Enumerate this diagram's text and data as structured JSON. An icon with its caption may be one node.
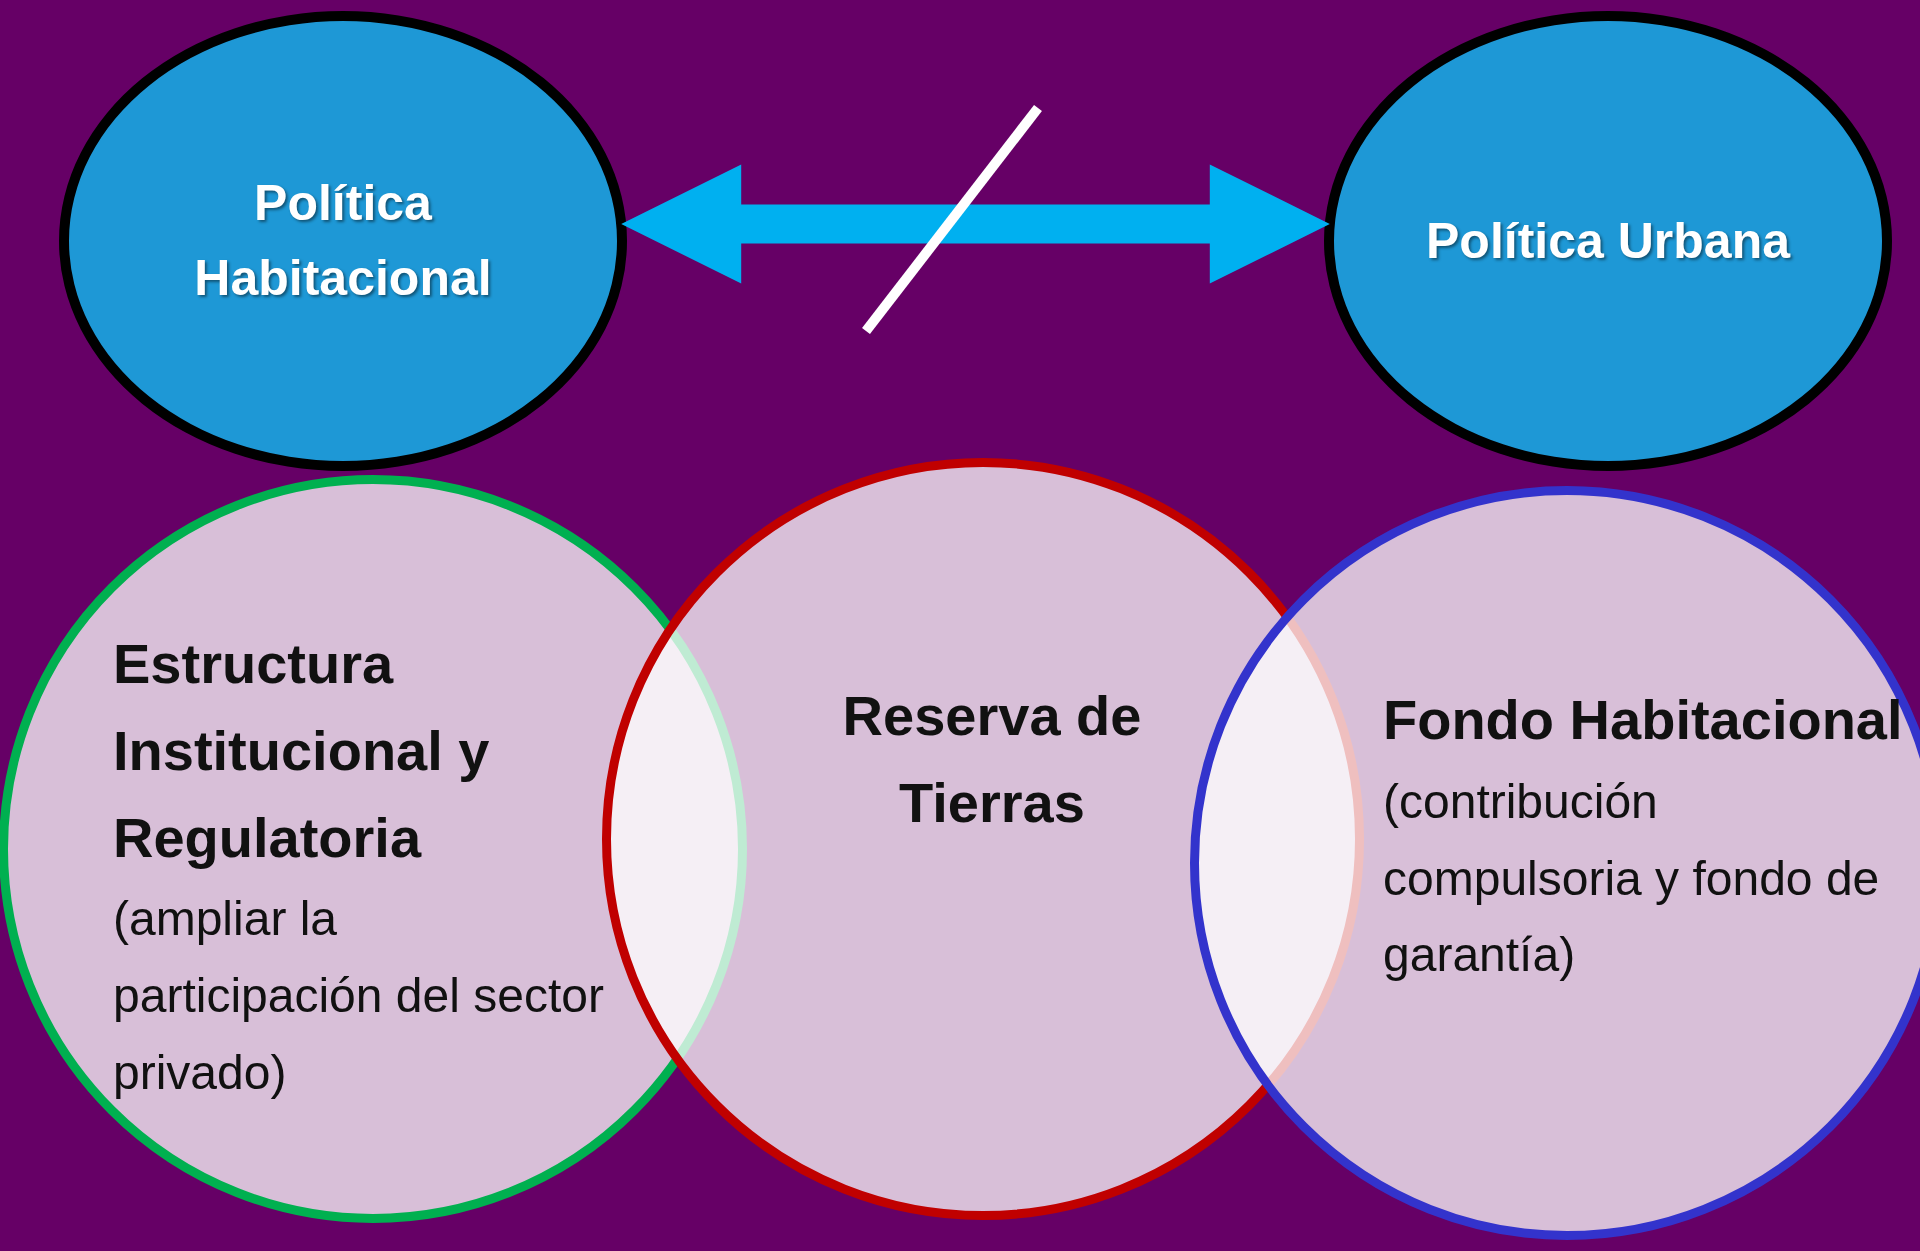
{
  "diagram": {
    "nodes": [
      {
        "text": [
          "Política Habitacional"
        ]
      },
      {
        "text": [
          "Política Urbana"
        ]
      },
      {
        "text": [
          "Estructura Institucional y Regulatoria",
          "(ampliar la participación del sector privado)"
        ]
      },
      {
        "text": [
          "Reserva de Tierras"
        ]
      },
      {
        "text": [
          "Fondo Habitacional",
          "(contribución compulsoria y fondo de garantía)"
        ]
      }
    ],
    "edges": [
      {
        "from": 0,
        "to": 1,
        "arrow": "both"
      }
    ]
  }
}
